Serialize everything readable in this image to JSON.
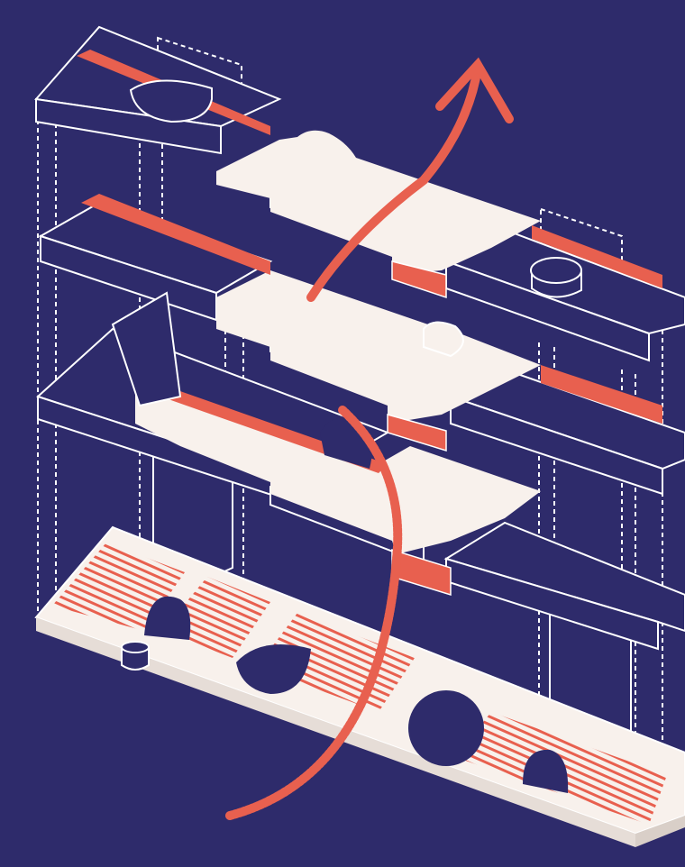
{
  "colors": {
    "background": "#2e2b6b",
    "line": "#ffffff",
    "accent": "#e8604f",
    "accent_dark": "#d9473c",
    "floor": "#f8f1ec"
  },
  "floors": [
    {
      "id": "upper"
    },
    {
      "id": "middle"
    },
    {
      "id": "lower"
    }
  ],
  "ground": {
    "openings": 4,
    "stair_flights": 4
  }
}
